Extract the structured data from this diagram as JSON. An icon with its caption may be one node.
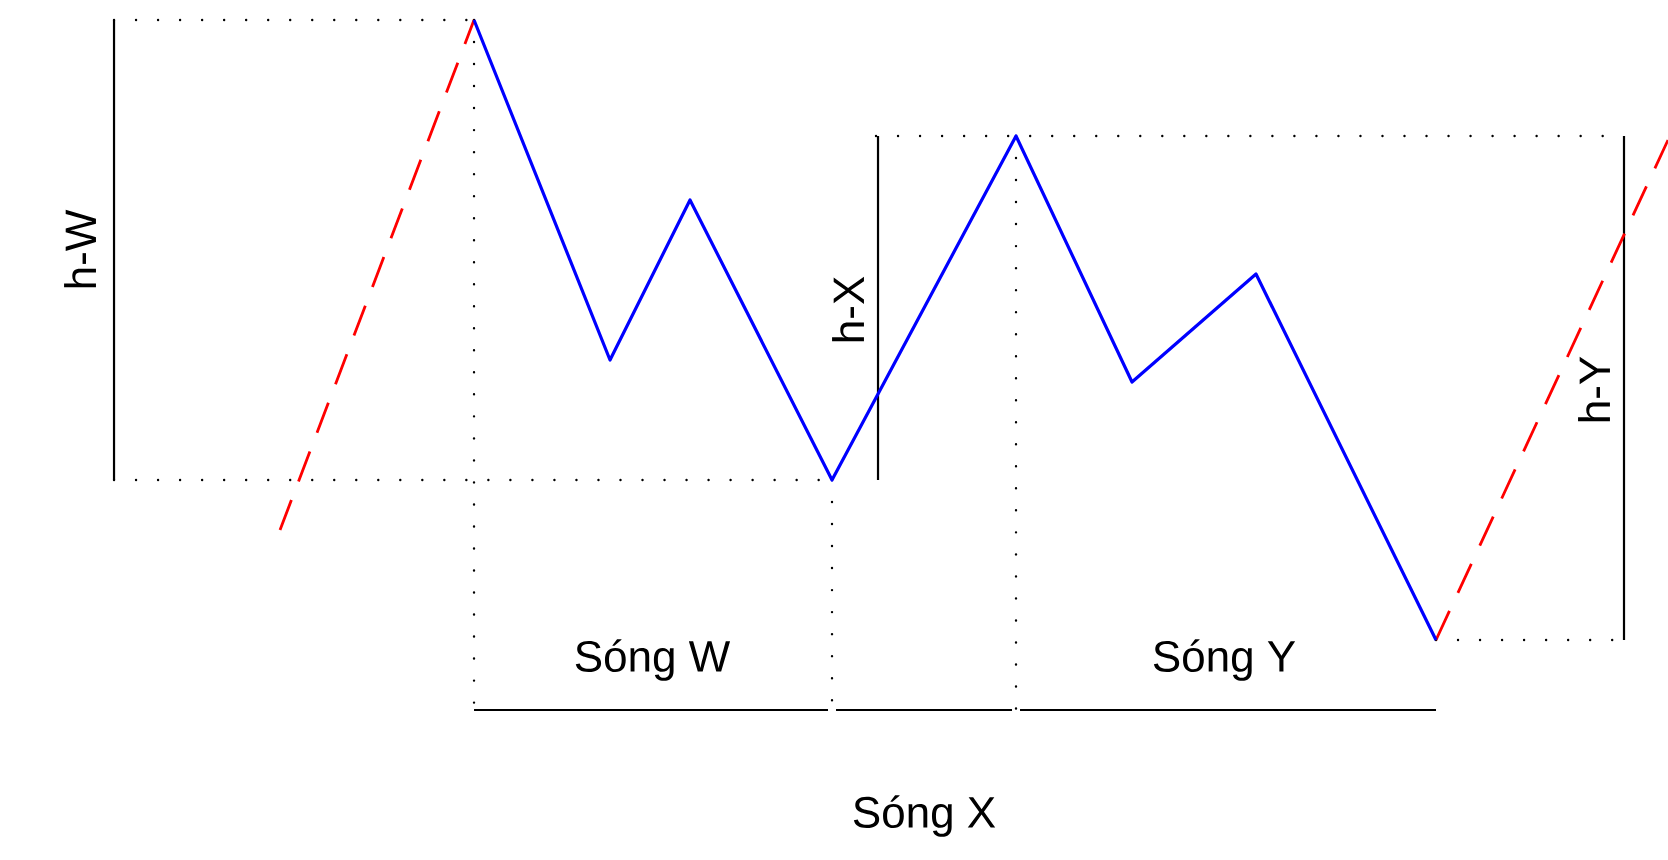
{
  "diagram": {
    "labels": [
      "h-W",
      "h-X",
      "h-Y",
      "Sóng W",
      "Sóng Y",
      "Sóng X"
    ]
  }
}
